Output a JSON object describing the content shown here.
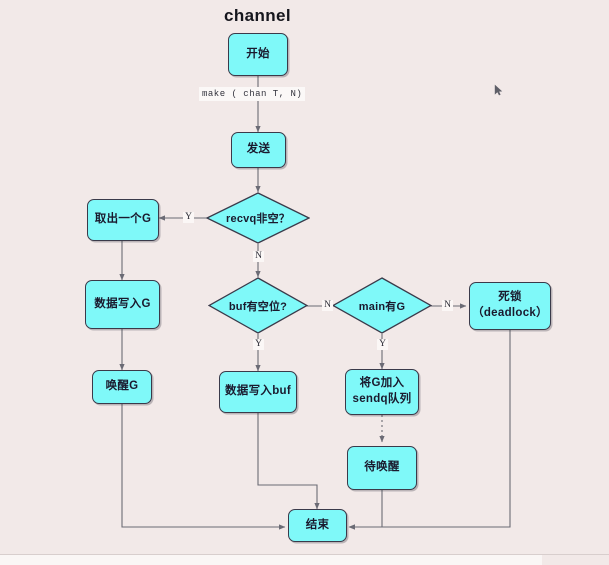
{
  "title": "channel",
  "colors": {
    "background": "#f2e9e8",
    "node_fill": "#7ff9f9",
    "node_border": "#3a3a4a",
    "edge": "#6b6b75",
    "text": "#1a1a2e"
  },
  "nodes": {
    "start": "开始",
    "send": "发送",
    "recvq_check": "recvq非空？",
    "take_g": "取出一个G",
    "write_data_g": "数据写入G",
    "wake_g": "唤醒G",
    "buf_check": "buf有空位?",
    "write_data_buf": "数据写入buf",
    "main_has_g": "main有G",
    "add_sendq": "将G加入\nsendq队列",
    "add_sendq_line1": "将G加入",
    "add_sendq_line2": "sendq队列",
    "wait_wake": "待唤醒",
    "deadlock_line1": "死锁",
    "deadlock_line2": "（deadlock）",
    "end": "结束"
  },
  "edge_labels": {
    "make_chan": "make ( chan T, N)",
    "recvq_yes": "Y",
    "recvq_no": "N",
    "buf_yes": "Y",
    "buf_no": "N",
    "main_yes": "Y",
    "main_no": "N"
  },
  "icons": {
    "cursor": "mouse-cursor-icon"
  }
}
